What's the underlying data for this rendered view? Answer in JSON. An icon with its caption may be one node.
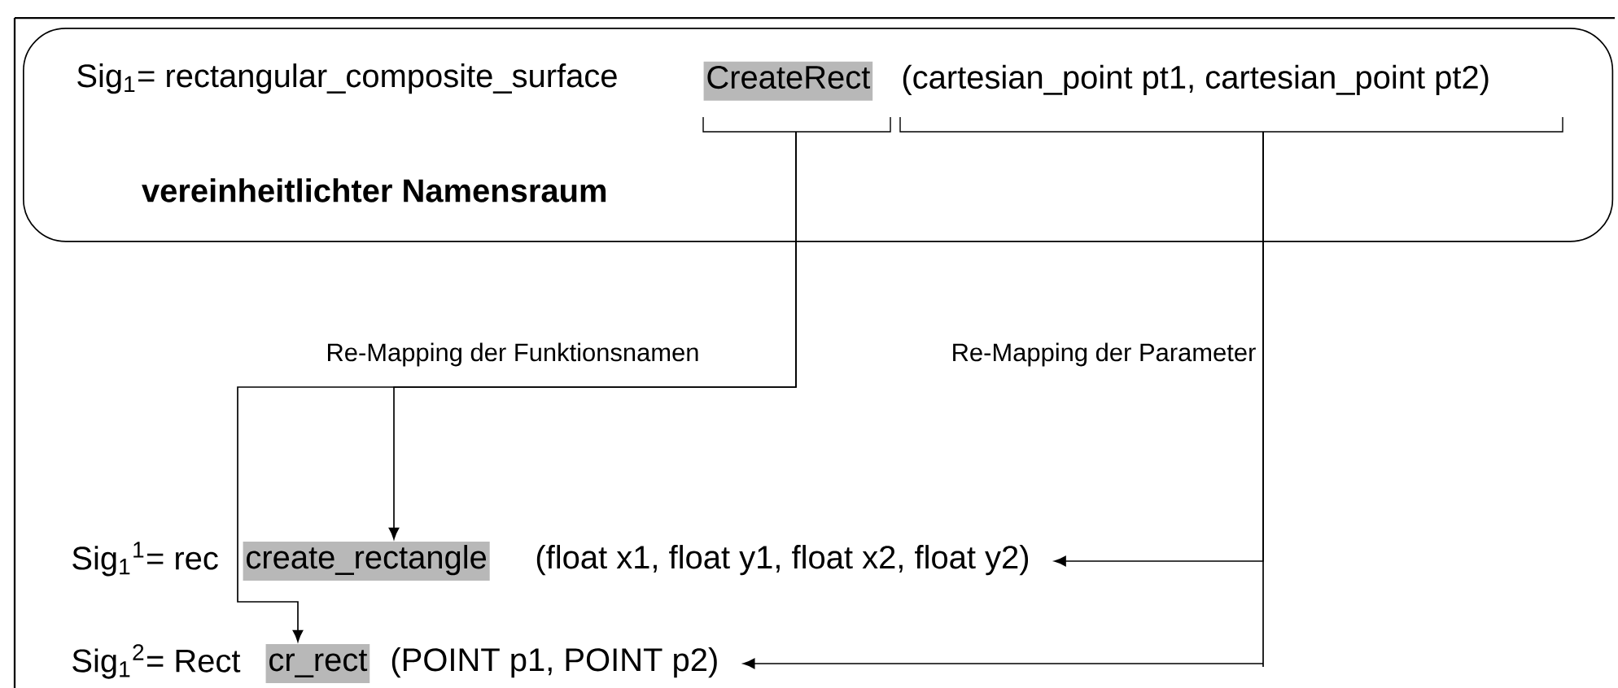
{
  "diagram": {
    "nodes": [
      {
        "text": [
          "vereinheitlichter Namensraum"
        ]
      },
      {
        "text": [
          "CreateRect"
        ],
        "in": 0
      },
      {
        "text": [
          "(cartesian_point pt1, cartesian_point pt2)"
        ],
        "in": 0
      },
      {
        "text": [
          "create_rectangle"
        ]
      },
      {
        "text": [
          "(float x1, float y1, float x2, float y2)"
        ]
      },
      {
        "text": [
          "cr_rect"
        ]
      },
      {
        "text": [
          "(POINT p1, POINT p2)"
        ]
      }
    ],
    "edges": [
      {
        "from": 1,
        "to": 3,
        "arrow": "to",
        "label": "Re-Mapping der Funktionsnamen"
      },
      {
        "from": 1,
        "to": 5,
        "arrow": "to"
      },
      {
        "from": 2,
        "to": 4,
        "arrow": "to",
        "label": "Re-Mapping der Parameter"
      },
      {
        "from": 2,
        "to": 6,
        "arrow": "to"
      }
    ],
    "labels": [
      "Sig$_{1}$= rectangular_composite_surface",
      "Sig$_{1}$$^{1}$= rec",
      "Sig$_{1}$$^{2}$= Rect"
    ]
  }
}
